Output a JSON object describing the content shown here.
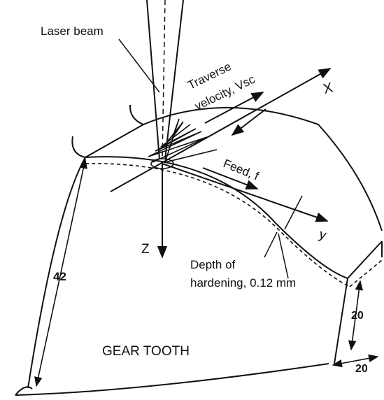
{
  "labels": {
    "laser_beam": "Laser beam",
    "traverse_line1": "Traverse",
    "traverse_line2": "velocity, Vsc",
    "x_axis": "X",
    "feed": "Feed, f",
    "y_axis": "y",
    "z_axis": "Z",
    "depth_line1": "Depth of",
    "depth_line2": "hardening, 0.12 mm",
    "dim_height": "42",
    "dim_side": "20",
    "dim_width": "20",
    "part_name": "GEAR TOOTH"
  },
  "colors": {
    "ink": "#111111",
    "background": "#ffffff"
  }
}
